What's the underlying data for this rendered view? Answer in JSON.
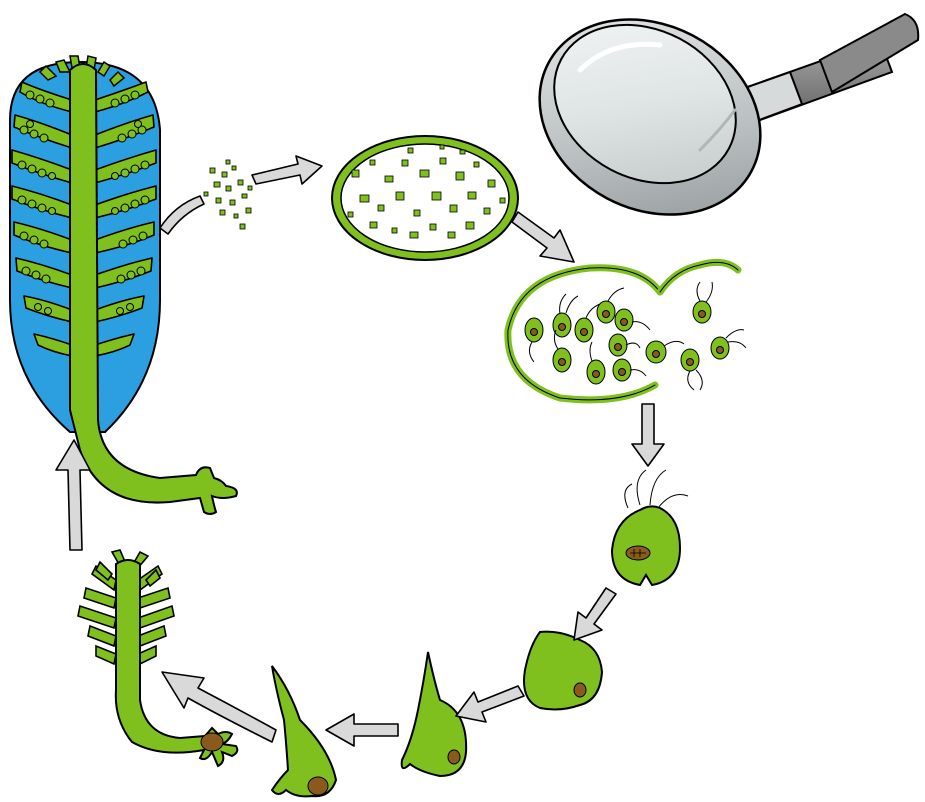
{
  "diagram": {
    "kind": "life-cycle",
    "stages": [
      {
        "name": "adult-thallus-fertile"
      },
      {
        "name": "released-spores"
      },
      {
        "name": "sporangium"
      },
      {
        "name": "zoospore-release"
      },
      {
        "name": "settled-zoospore"
      },
      {
        "name": "germling-stage-1"
      },
      {
        "name": "germling-stage-2"
      },
      {
        "name": "germling-stage-3"
      },
      {
        "name": "young-thallus"
      }
    ],
    "colors": {
      "plant_green": "#7fbf1e",
      "outline": "#000000",
      "fertile_blue": "#2b9fe0",
      "arrow_grey": "#d9d9d9",
      "nucleus_brown": "#8a5a1c",
      "lens_chrome": "#cfd5d6",
      "handle_dark": "#7a7a7a"
    },
    "icons": [
      "magnifying-glass-icon",
      "cycle-arrow-icon"
    ]
  }
}
